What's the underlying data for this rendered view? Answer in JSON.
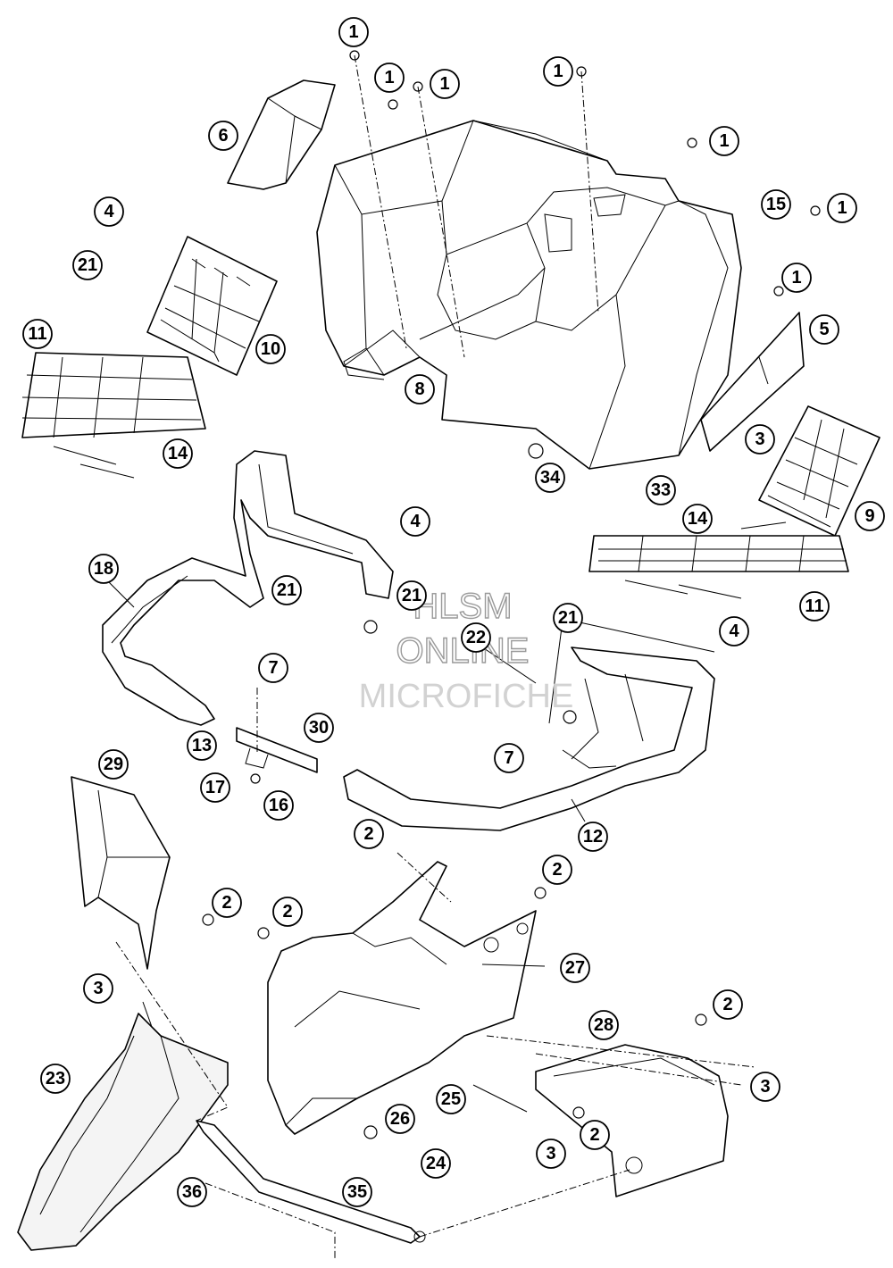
{
  "watermark": {
    "line1": "HLSM",
    "line2": "ONLINE",
    "line3": "MICROFICHE"
  },
  "callouts": [
    {
      "id": "c1a",
      "label": "1"
    },
    {
      "id": "c1b",
      "label": "1"
    },
    {
      "id": "c1c",
      "label": "1"
    },
    {
      "id": "c1d",
      "label": "1"
    },
    {
      "id": "c1e",
      "label": "1"
    },
    {
      "id": "c1f",
      "label": "1"
    },
    {
      "id": "c1g",
      "label": "1"
    },
    {
      "id": "c2a",
      "label": "2"
    },
    {
      "id": "c2b",
      "label": "2"
    },
    {
      "id": "c2c",
      "label": "2"
    },
    {
      "id": "c2d",
      "label": "2"
    },
    {
      "id": "c2e",
      "label": "2"
    },
    {
      "id": "c2f",
      "label": "2"
    },
    {
      "id": "c3a",
      "label": "3"
    },
    {
      "id": "c3b",
      "label": "3"
    },
    {
      "id": "c3c",
      "label": "3"
    },
    {
      "id": "c3d",
      "label": "3"
    },
    {
      "id": "c4a",
      "label": "4"
    },
    {
      "id": "c4b",
      "label": "4"
    },
    {
      "id": "c4c",
      "label": "4"
    },
    {
      "id": "c5",
      "label": "5"
    },
    {
      "id": "c6",
      "label": "6"
    },
    {
      "id": "c7a",
      "label": "7"
    },
    {
      "id": "c7b",
      "label": "7"
    },
    {
      "id": "c8",
      "label": "8"
    },
    {
      "id": "c9",
      "label": "9"
    },
    {
      "id": "c10",
      "label": "10"
    },
    {
      "id": "c11a",
      "label": "11"
    },
    {
      "id": "c11b",
      "label": "11"
    },
    {
      "id": "c12",
      "label": "12"
    },
    {
      "id": "c13",
      "label": "13"
    },
    {
      "id": "c14a",
      "label": "14"
    },
    {
      "id": "c14b",
      "label": "14"
    },
    {
      "id": "c15",
      "label": "15"
    },
    {
      "id": "c16",
      "label": "16"
    },
    {
      "id": "c17",
      "label": "17"
    },
    {
      "id": "c18",
      "label": "18"
    },
    {
      "id": "c21a",
      "label": "21"
    },
    {
      "id": "c21b",
      "label": "21"
    },
    {
      "id": "c21c",
      "label": "21"
    },
    {
      "id": "c21d",
      "label": "21"
    },
    {
      "id": "c22",
      "label": "22"
    },
    {
      "id": "c23",
      "label": "23"
    },
    {
      "id": "c24",
      "label": "24"
    },
    {
      "id": "c25",
      "label": "25"
    },
    {
      "id": "c26",
      "label": "26"
    },
    {
      "id": "c27",
      "label": "27"
    },
    {
      "id": "c28",
      "label": "28"
    },
    {
      "id": "c29",
      "label": "29"
    },
    {
      "id": "c30",
      "label": "30"
    },
    {
      "id": "c33",
      "label": "33"
    },
    {
      "id": "c34",
      "label": "34"
    },
    {
      "id": "c35",
      "label": "35"
    },
    {
      "id": "c36",
      "label": "36"
    }
  ]
}
